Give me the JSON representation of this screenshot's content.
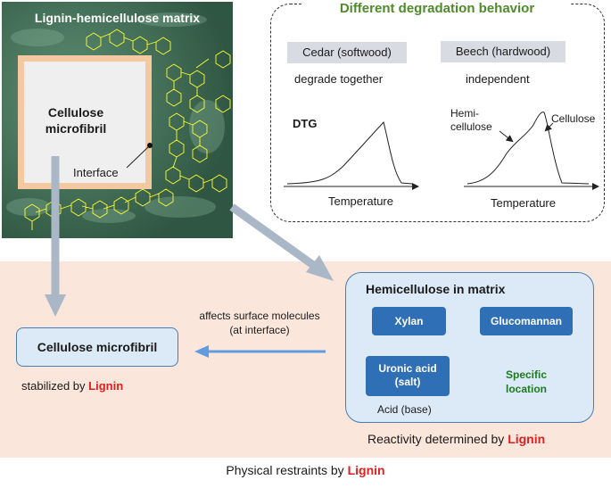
{
  "colors": {
    "matrix_bg": "#3f6a53",
    "lignin_structure": "#ffff33",
    "accent_red": "#e02020",
    "title_green": "#4f8a2b",
    "box_blue": "#2f6fb5",
    "panel_peach": "#fbe6dc"
  },
  "matrix_panel": {
    "title": "Lignin-hemicellulose matrix",
    "fibril_label": "Cellulose microfibril",
    "interface_label": "Interface"
  },
  "degradation": {
    "title": "Different degradation behavior",
    "cedar": {
      "label": "Cedar (softwood)",
      "desc": "degrade together"
    },
    "beech": {
      "label": "Beech (hardwood)",
      "desc": "independent"
    },
    "dtg_label": "DTG",
    "hemi_peak": [
      "Hemi-",
      "cellulose"
    ],
    "cellulose_peak": "Cellulose",
    "x_axis": "Temperature"
  },
  "matrix_box": {
    "title": "Hemicellulose in matrix",
    "xylan": "Xylan",
    "glucomannan": "Glucomannan",
    "uronic": [
      "Uronic acid",
      "(salt)"
    ],
    "acid_label": "Acid (base)",
    "specific": [
      "Specific",
      "location"
    ],
    "reactivity": "Reactivity determined by ",
    "lignin": "Lignin"
  },
  "cellulose_box": {
    "label": "Cellulose microfibril",
    "stabilized": "stabilized by "
  },
  "affects": [
    "affects surface molecules",
    "(at interface)"
  ],
  "physical": "Physical restraints by "
}
